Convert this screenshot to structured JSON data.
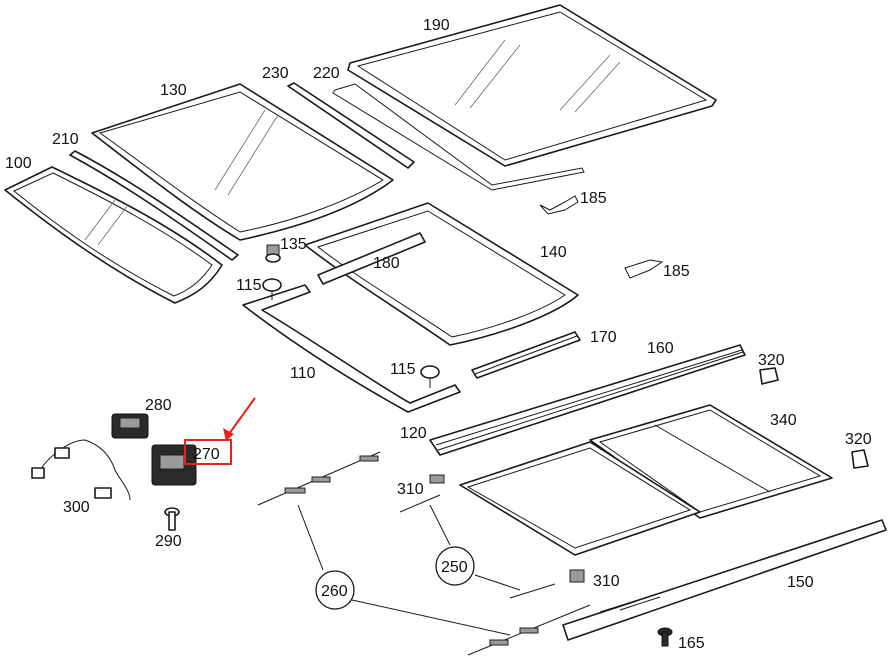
{
  "part_labels": {
    "p100": "100",
    "p110": "110",
    "p115a": "115",
    "p115b": "115",
    "p120": "120",
    "p130": "130",
    "p135": "135",
    "p140": "140",
    "p150": "150",
    "p160": "160",
    "p165": "165",
    "p170": "170",
    "p180": "180",
    "p185a": "185",
    "p185b": "185",
    "p190": "190",
    "p210": "210",
    "p220": "220",
    "p230": "230",
    "p250": "250",
    "p260": "260",
    "p270": "270",
    "p280": "280",
    "p290": "290",
    "p300": "300",
    "p310a": "310",
    "p310b": "310",
    "p320a": "320",
    "p320b": "320",
    "p340": "340"
  },
  "highlight": {
    "target_part": "270",
    "color": "#e8211d"
  },
  "colors": {
    "line": "#1a1a1a",
    "background": "#ffffff"
  }
}
